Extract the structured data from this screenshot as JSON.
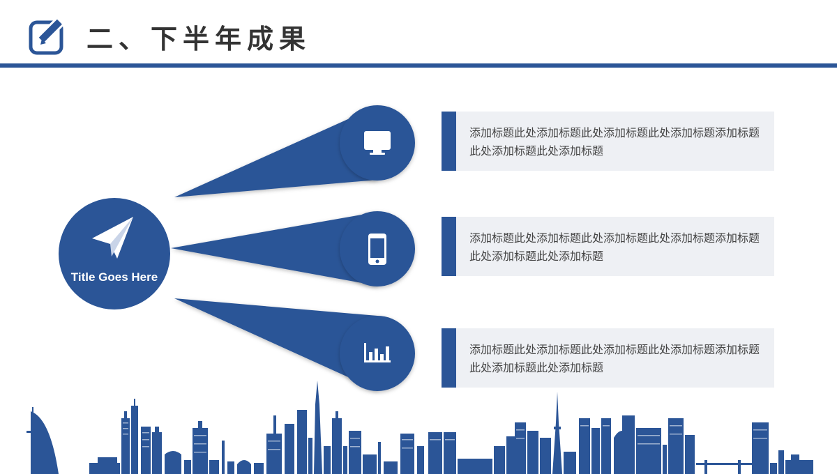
{
  "header": {
    "title": "二、下半年成果",
    "icon": "edit-icon"
  },
  "hub": {
    "label": "Title Goes Here",
    "icon": "paper-plane-icon"
  },
  "items": [
    {
      "icon": "monitor-icon",
      "text": "添加标题此处添加标题此处添加标题此处添加标题添加标题此处添加标题此处添加标题"
    },
    {
      "icon": "smartphone-icon",
      "text": "添加标题此处添加标题此处添加标题此处添加标题添加标题此处添加标题此处添加标题"
    },
    {
      "icon": "bar-chart-icon",
      "text": "添加标题此处添加标题此处添加标题此处添加标题添加标题此处添加标题此处添加标题"
    }
  ],
  "colors": {
    "primary": "#2b5597",
    "card_background": "#eef0f4",
    "text": "#444444",
    "title": "#333333"
  }
}
